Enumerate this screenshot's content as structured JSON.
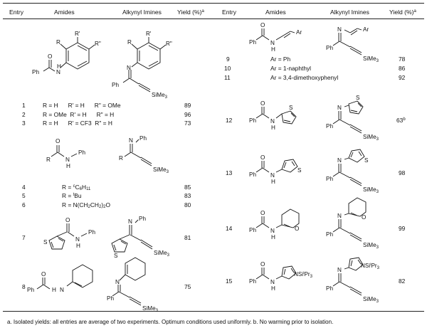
{
  "headers": {
    "entry": "Entry",
    "amides": "Amides",
    "imines": "Alkynyl Imines",
    "yield": "Yield (%)",
    "yield_sup": "a"
  },
  "struct_labels": {
    "R": "R",
    "R1": "R'",
    "R2": "R\"",
    "H": "H",
    "N": "N",
    "O": "O",
    "S": "S",
    "Ph": "Ph",
    "Ar": "Ar",
    "SiMe3_main": "SiMe",
    "SiMe3_sub": "3",
    "NSi": "NSi",
    "iPr_sup": "i",
    "Pr3": "Pr",
    "Pr3_sub": "3"
  },
  "left_rows": [
    {
      "entry": "1",
      "sub": "R = H      R' = H      R\" = OMe",
      "yield": "89"
    },
    {
      "entry": "2",
      "sub": "R = OMe  R' = H      R\" = H",
      "yield": "96"
    },
    {
      "entry": "3",
      "sub": "R = H      R' = CF3  R\" = H",
      "yield": "73"
    },
    {
      "entry": "4",
      "sub": "R = cC6H11",
      "yield": "85"
    },
    {
      "entry": "5",
      "sub": "R = tBu",
      "yield": "83"
    },
    {
      "entry": "6",
      "sub": "R = N(CH2CH2)2O",
      "yield": "80"
    },
    {
      "entry": "7",
      "sub": "",
      "yield": "81"
    },
    {
      "entry": "8",
      "sub": "",
      "yield": "75"
    }
  ],
  "right_rows": [
    {
      "entry": "9",
      "sub": "Ar = Ph",
      "yield": "78"
    },
    {
      "entry": "10",
      "sub": "Ar = 1-naphthyl",
      "yield": "86"
    },
    {
      "entry": "11",
      "sub": "Ar = 3,4-dimethoxyphenyl",
      "yield": "92"
    },
    {
      "entry": "12",
      "sub": "",
      "yield": "63",
      "yield_sup": "b"
    },
    {
      "entry": "13",
      "sub": "",
      "yield": "98"
    },
    {
      "entry": "14",
      "sub": "",
      "yield": "99"
    },
    {
      "entry": "15",
      "sub": "",
      "yield": "82"
    }
  ],
  "footnote": "a. Isolated yields: all entries are average of two experiments. Optimum conditions used uniformly. b. No warming prior to isolation."
}
